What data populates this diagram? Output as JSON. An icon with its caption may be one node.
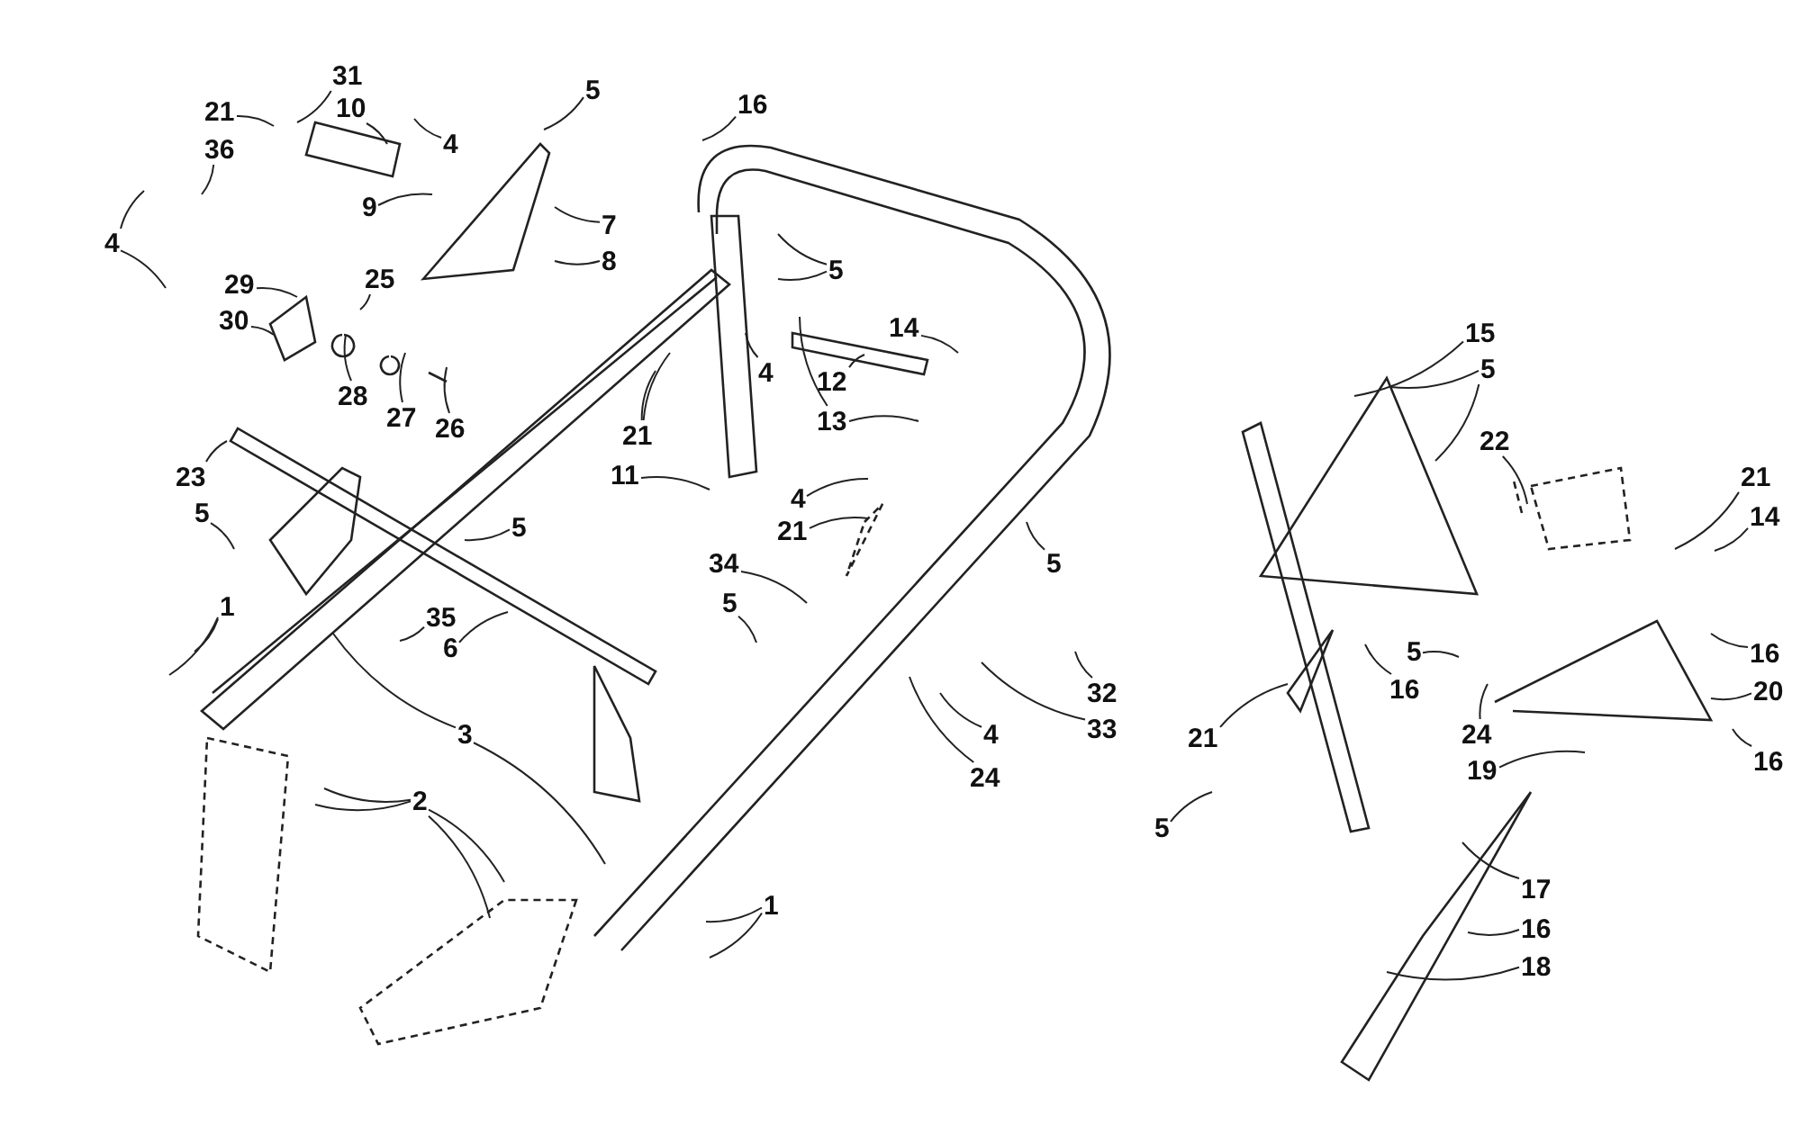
{
  "diagram": {
    "nodes": [
      {
        "text": [
          "31"
        ]
      },
      {
        "text": [
          "10"
        ]
      },
      {
        "text": [
          "21"
        ]
      },
      {
        "text": [
          "4"
        ]
      },
      {
        "text": [
          "5"
        ]
      },
      {
        "text": [
          "36"
        ]
      },
      {
        "text": [
          "4"
        ]
      },
      {
        "text": [
          "9"
        ]
      },
      {
        "text": [
          "7"
        ]
      },
      {
        "text": [
          "8"
        ]
      },
      {
        "text": [
          "25"
        ]
      },
      {
        "text": [
          "29"
        ]
      },
      {
        "text": [
          "30"
        ]
      },
      {
        "text": [
          "28"
        ]
      },
      {
        "text": [
          "27"
        ]
      },
      {
        "text": [
          "26"
        ]
      },
      {
        "text": [
          "16"
        ]
      },
      {
        "text": [
          "5"
        ]
      },
      {
        "text": [
          "14"
        ]
      },
      {
        "text": [
          "12"
        ]
      },
      {
        "text": [
          "13"
        ]
      },
      {
        "text": [
          "4"
        ]
      },
      {
        "text": [
          "21"
        ]
      },
      {
        "text": [
          "11"
        ]
      },
      {
        "text": [
          "23"
        ]
      },
      {
        "text": [
          "5"
        ]
      },
      {
        "text": [
          "5"
        ]
      },
      {
        "text": [
          "4"
        ]
      },
      {
        "text": [
          "21"
        ]
      },
      {
        "text": [
          "34"
        ]
      },
      {
        "text": [
          "5"
        ]
      },
      {
        "text": [
          "5"
        ]
      },
      {
        "text": [
          "35"
        ]
      },
      {
        "text": [
          "6"
        ]
      },
      {
        "text": [
          "1"
        ]
      },
      {
        "text": [
          "3"
        ]
      },
      {
        "text": [
          "2"
        ]
      },
      {
        "text": [
          "32"
        ]
      },
      {
        "text": [
          "33"
        ]
      },
      {
        "text": [
          "4"
        ]
      },
      {
        "text": [
          "24"
        ]
      },
      {
        "text": [
          "1"
        ]
      },
      {
        "text": [
          "15"
        ]
      },
      {
        "text": [
          "5"
        ]
      },
      {
        "text": [
          "22"
        ]
      },
      {
        "text": [
          "21"
        ]
      },
      {
        "text": [
          "14"
        ]
      },
      {
        "text": [
          "16"
        ]
      },
      {
        "text": [
          "16"
        ]
      },
      {
        "text": [
          "5"
        ]
      },
      {
        "text": [
          "20"
        ]
      },
      {
        "text": [
          "24"
        ]
      },
      {
        "text": [
          "19"
        ]
      },
      {
        "text": [
          "16"
        ]
      },
      {
        "text": [
          "21"
        ]
      },
      {
        "text": [
          "5"
        ]
      },
      {
        "text": [
          "17"
        ]
      },
      {
        "text": [
          "16"
        ]
      },
      {
        "text": [
          "18"
        ]
      }
    ],
    "edges": [
      {
        "from": 0,
        "to": null,
        "arrow": "none"
      },
      {
        "from": 1,
        "to": null,
        "arrow": "none"
      },
      {
        "from": 2,
        "to": null,
        "arrow": "none"
      },
      {
        "from": 3,
        "to": null,
        "arrow": "none"
      },
      {
        "from": 4,
        "to": null,
        "arrow": "none"
      },
      {
        "from": 5,
        "to": null,
        "arrow": "none"
      },
      {
        "from": 6,
        "to": null,
        "arrow": "none"
      },
      {
        "from": 6,
        "to": null,
        "arrow": "none"
      },
      {
        "from": 7,
        "to": null,
        "arrow": "none"
      },
      {
        "from": 8,
        "to": null,
        "arrow": "none"
      },
      {
        "from": 9,
        "to": null,
        "arrow": "none"
      },
      {
        "from": 10,
        "to": null,
        "arrow": "none"
      },
      {
        "from": 11,
        "to": null,
        "arrow": "none"
      },
      {
        "from": 12,
        "to": null,
        "arrow": "none"
      },
      {
        "from": 13,
        "to": null,
        "arrow": "none"
      },
      {
        "from": 14,
        "to": null,
        "arrow": "none"
      },
      {
        "from": 15,
        "to": null,
        "arrow": "none"
      },
      {
        "from": 16,
        "to": null,
        "arrow": "none"
      },
      {
        "from": 17,
        "to": null,
        "arrow": "none"
      },
      {
        "from": 17,
        "to": null,
        "arrow": "none"
      },
      {
        "from": 18,
        "to": null,
        "arrow": "none"
      },
      {
        "from": 19,
        "to": null,
        "arrow": "none"
      },
      {
        "from": 20,
        "to": null,
        "arrow": "none"
      },
      {
        "from": 20,
        "to": null,
        "arrow": "none"
      },
      {
        "from": 21,
        "to": null,
        "arrow": "none"
      },
      {
        "from": 22,
        "to": null,
        "arrow": "none"
      },
      {
        "from": 22,
        "to": null,
        "arrow": "none"
      },
      {
        "from": 23,
        "to": null,
        "arrow": "none"
      },
      {
        "from": 24,
        "to": null,
        "arrow": "none"
      },
      {
        "from": 25,
        "to": null,
        "arrow": "none"
      },
      {
        "from": 26,
        "to": null,
        "arrow": "none"
      },
      {
        "from": 27,
        "to": null,
        "arrow": "none"
      },
      {
        "from": 28,
        "to": null,
        "arrow": "none"
      },
      {
        "from": 29,
        "to": null,
        "arrow": "none"
      },
      {
        "from": 30,
        "to": null,
        "arrow": "none"
      },
      {
        "from": 31,
        "to": null,
        "arrow": "none"
      },
      {
        "from": 32,
        "to": null,
        "arrow": "none"
      },
      {
        "from": 33,
        "to": null,
        "arrow": "none"
      },
      {
        "from": 34,
        "to": null,
        "arrow": "none"
      },
      {
        "from": 34,
        "to": null,
        "arrow": "none"
      },
      {
        "from": 35,
        "to": null,
        "arrow": "none"
      },
      {
        "from": 35,
        "to": null,
        "arrow": "none"
      },
      {
        "from": 36,
        "to": null,
        "arrow": "none"
      },
      {
        "from": 36,
        "to": null,
        "arrow": "none"
      },
      {
        "from": 36,
        "to": null,
        "arrow": "none"
      },
      {
        "from": 36,
        "to": null,
        "arrow": "none"
      },
      {
        "from": 37,
        "to": null,
        "arrow": "none"
      },
      {
        "from": 38,
        "to": null,
        "arrow": "none"
      },
      {
        "from": 39,
        "to": null,
        "arrow": "none"
      },
      {
        "from": 40,
        "to": null,
        "arrow": "none"
      },
      {
        "from": 41,
        "to": null,
        "arrow": "none"
      },
      {
        "from": 41,
        "to": null,
        "arrow": "none"
      },
      {
        "from": 42,
        "to": null,
        "arrow": "none"
      },
      {
        "from": 43,
        "to": null,
        "arrow": "none"
      },
      {
        "from": 43,
        "to": null,
        "arrow": "none"
      },
      {
        "from": 44,
        "to": null,
        "arrow": "none"
      },
      {
        "from": 45,
        "to": null,
        "arrow": "none"
      },
      {
        "from": 46,
        "to": null,
        "arrow": "none"
      },
      {
        "from": 47,
        "to": null,
        "arrow": "none"
      },
      {
        "from": 48,
        "to": null,
        "arrow": "none"
      },
      {
        "from": 49,
        "to": null,
        "arrow": "none"
      },
      {
        "from": 50,
        "to": null,
        "arrow": "none"
      },
      {
        "from": 51,
        "to": null,
        "arrow": "none"
      },
      {
        "from": 52,
        "to": null,
        "arrow": "none"
      },
      {
        "from": 53,
        "to": null,
        "arrow": "none"
      },
      {
        "from": 54,
        "to": null,
        "arrow": "none"
      },
      {
        "from": 55,
        "to": null,
        "arrow": "none"
      },
      {
        "from": 56,
        "to": null,
        "arrow": "none"
      },
      {
        "from": 57,
        "to": null,
        "arrow": "none"
      },
      {
        "from": 58,
        "to": null,
        "arrow": "none"
      }
    ]
  }
}
